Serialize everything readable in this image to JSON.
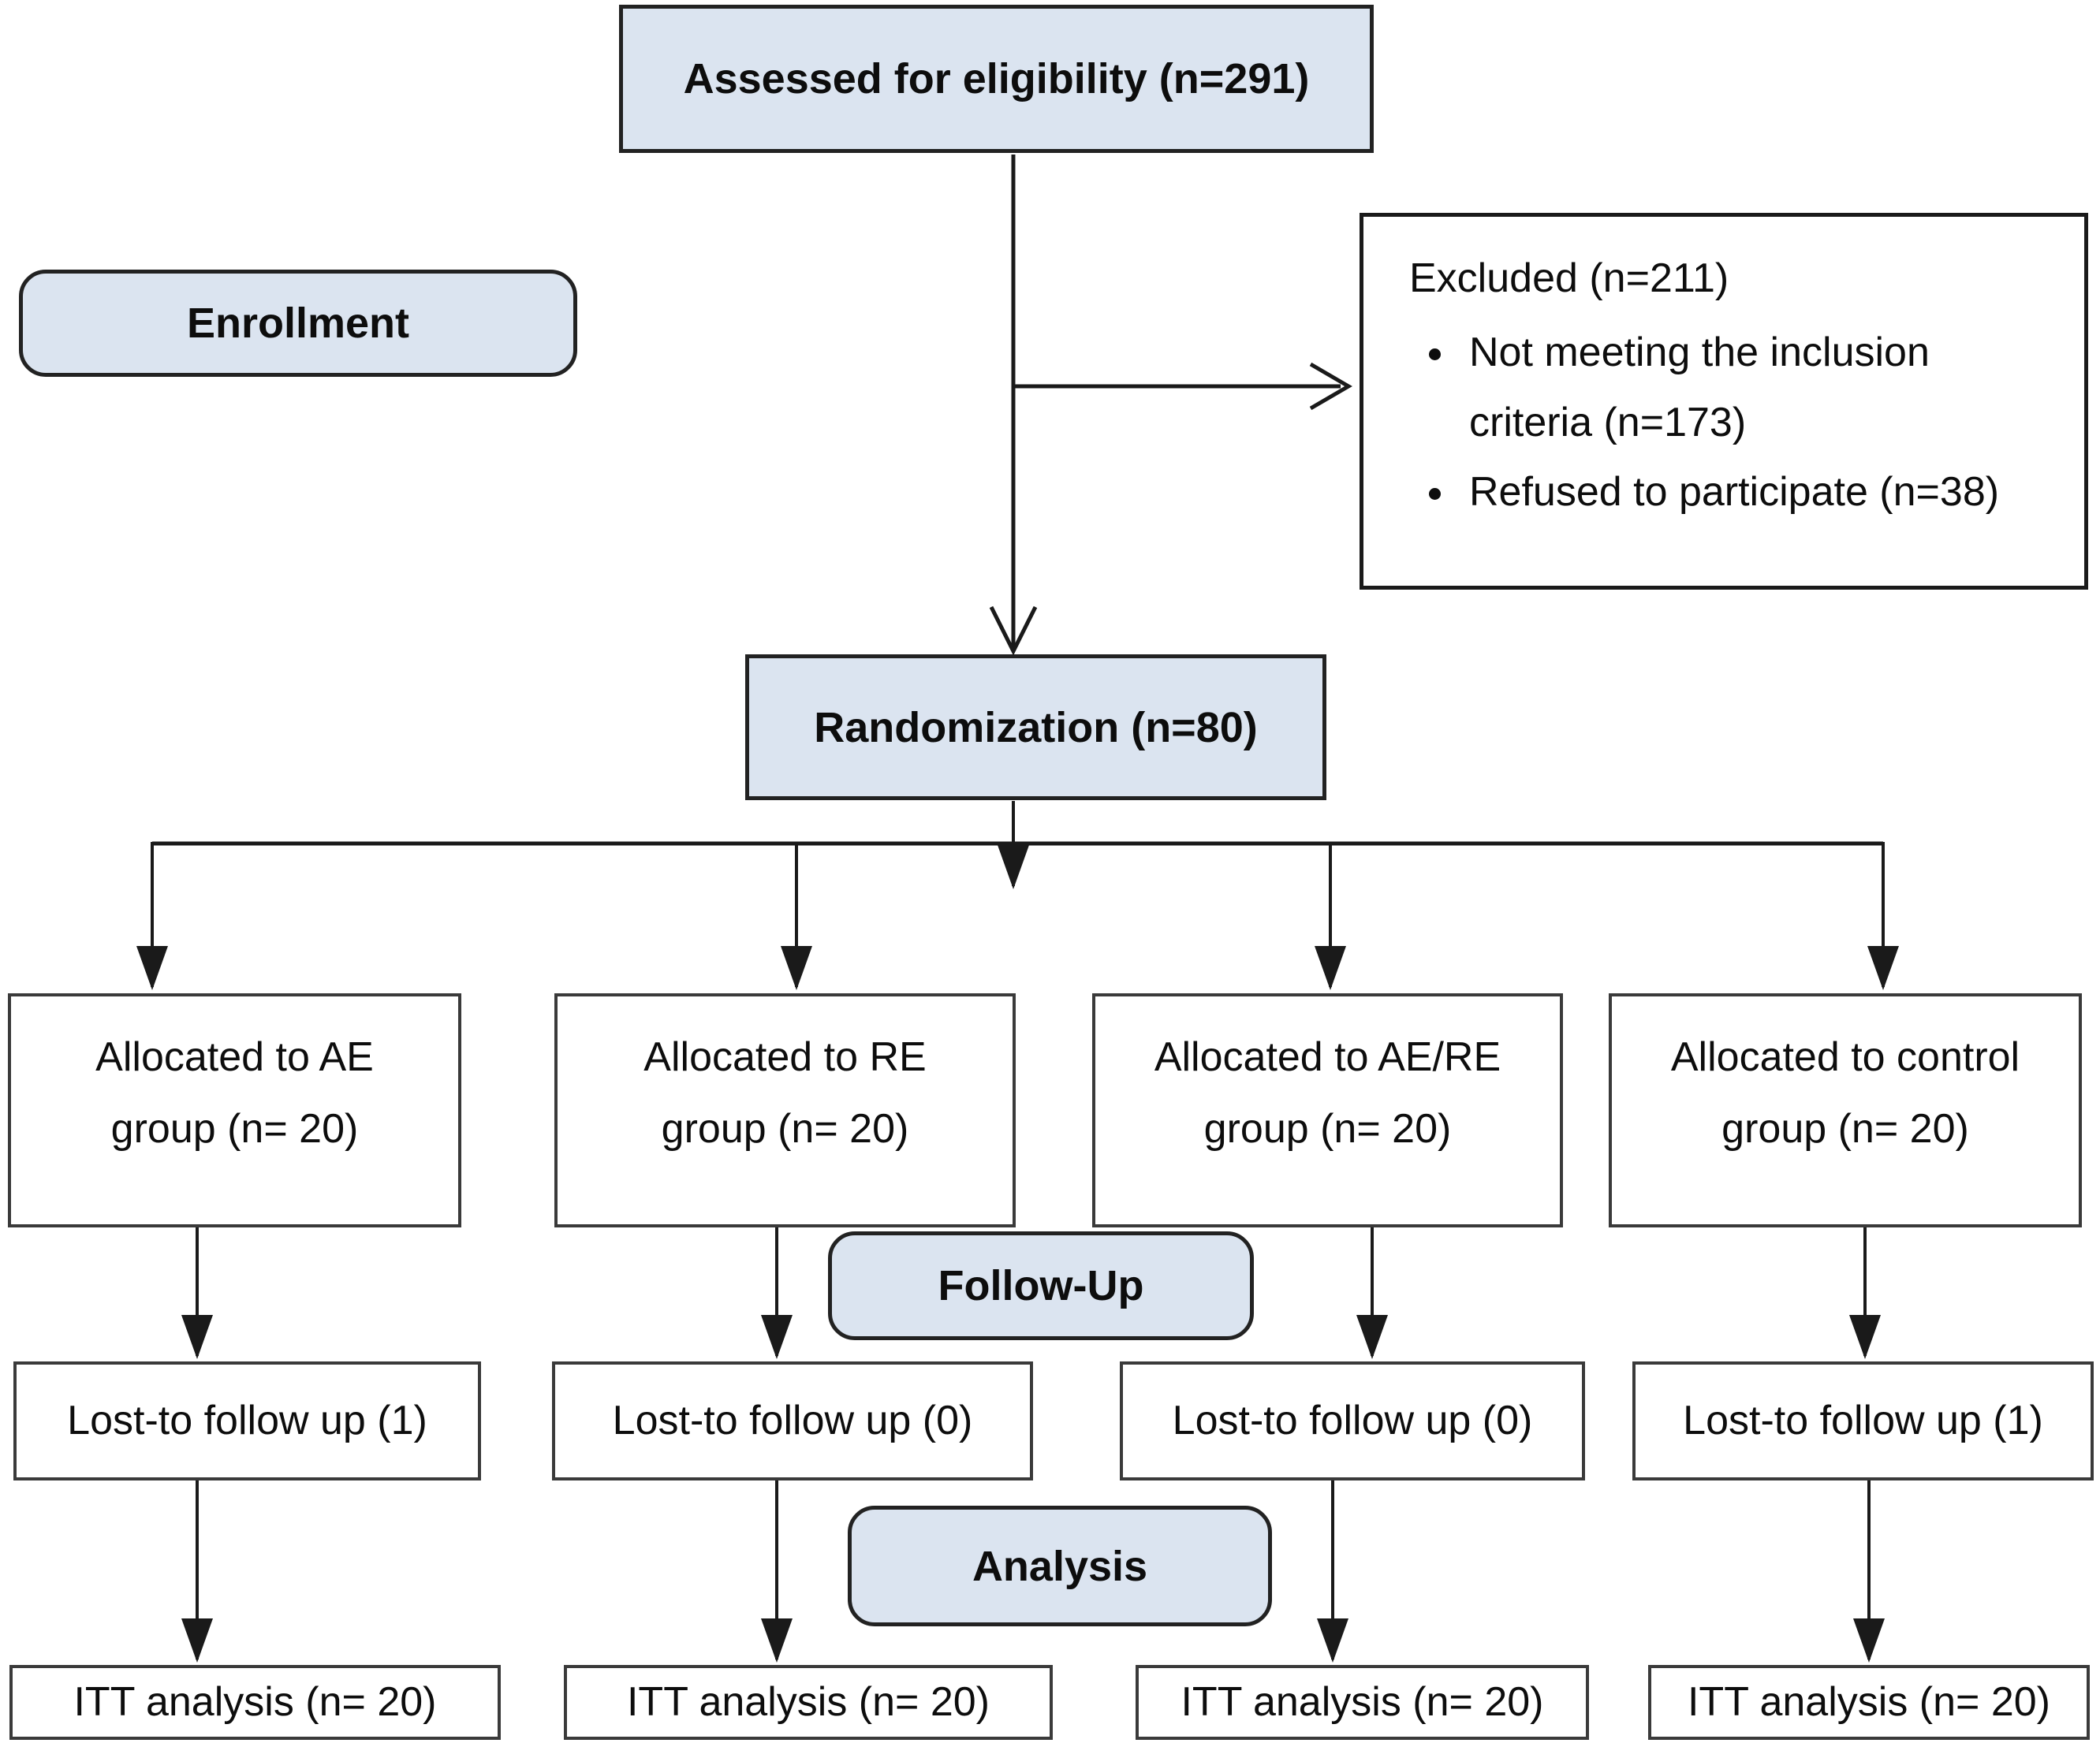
{
  "colors": {
    "label_fill_blue": "#dbe4f0",
    "plain_box_fill": "#ffffff",
    "border_color": "#222222",
    "connector_color": "#1a1a1a",
    "background": "#ffffff"
  },
  "nodes": {
    "assessed": "Assessed for eligibility (n=291)",
    "enrollment_label": "Enrollment",
    "excluded": {
      "title": "Excluded (n=211)",
      "bullets": [
        "Not meeting the inclusion criteria (n=173)",
        "Refused to participate (n=38)"
      ]
    },
    "randomization": "Randomization (n=80)",
    "followup_label": "Follow-Up",
    "analysis_label": "Analysis",
    "allocations": [
      {
        "line1": "Allocated to AE",
        "line2": "group (n= 20)"
      },
      {
        "line1": "Allocated to RE",
        "line2": "group (n= 20)"
      },
      {
        "line1": "Allocated to AE/RE",
        "line2": "group (n= 20)"
      },
      {
        "line1": "Allocated to control",
        "line2": "group (n= 20)"
      }
    ],
    "lost_followup": [
      "Lost-to follow up (1)",
      "Lost-to follow up (0)",
      "Lost-to follow up (0)",
      "Lost-to follow up (1)"
    ],
    "itt": [
      "ITT analysis (n= 20)",
      "ITT analysis (n= 20)",
      "ITT analysis (n= 20)",
      "ITT analysis (n= 20)"
    ]
  }
}
